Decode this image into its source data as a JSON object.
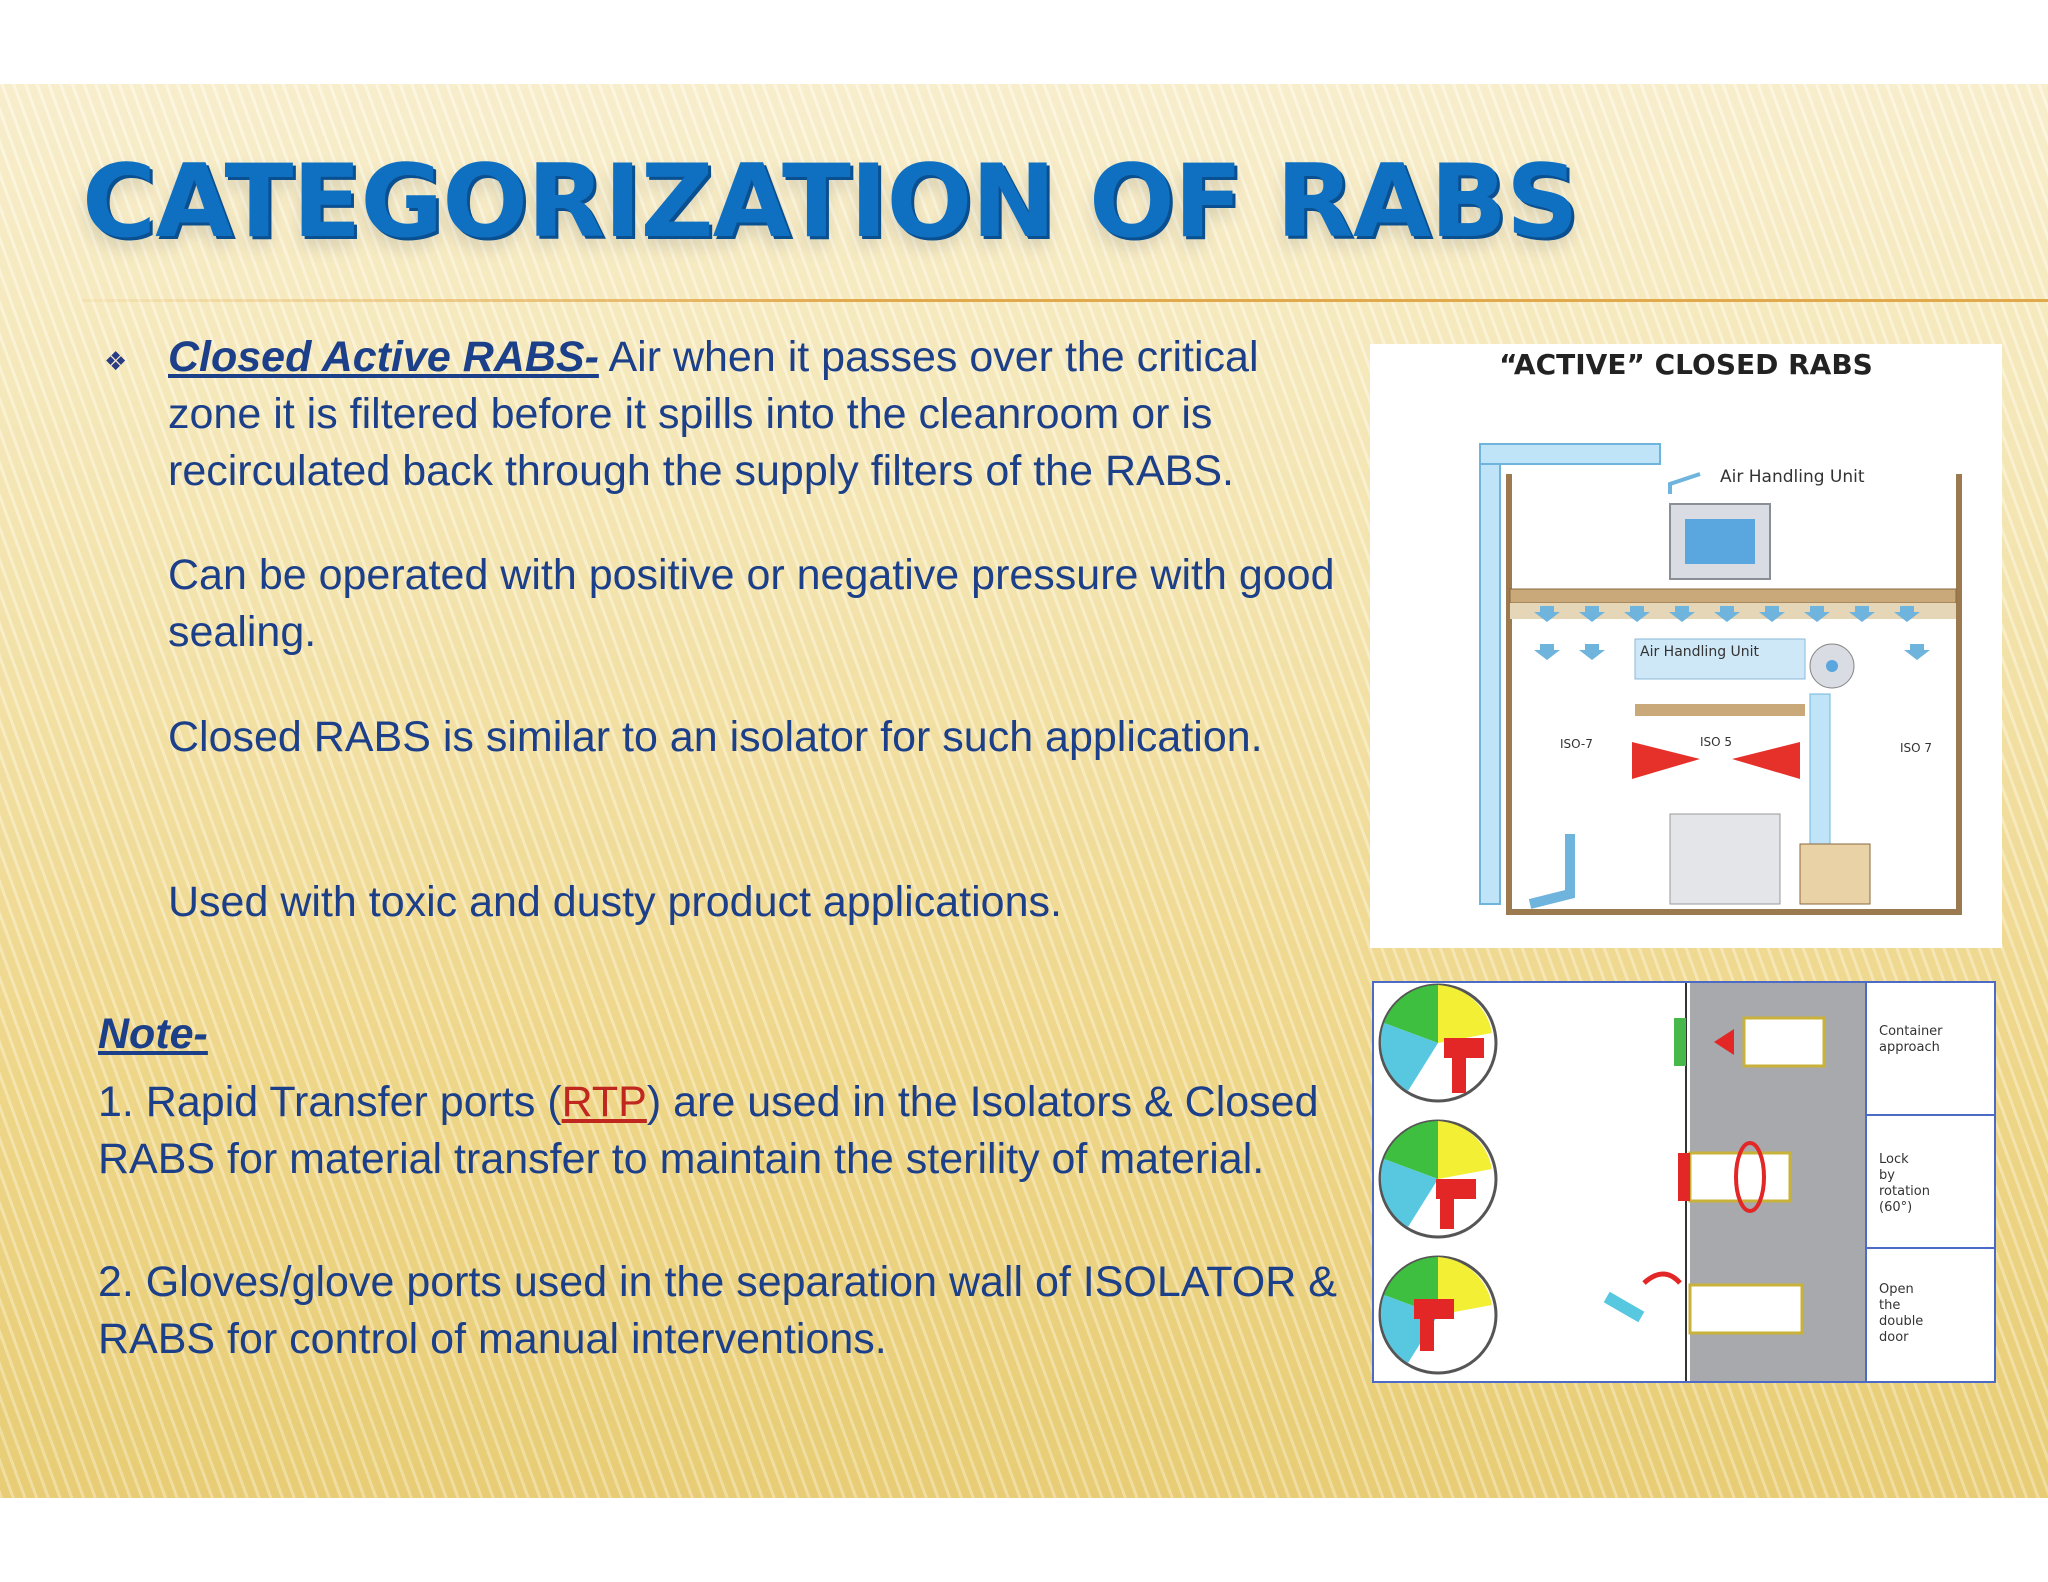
{
  "title": "CATEGORIZATION OF RABS",
  "bullet": {
    "symbol": "❖",
    "lead": "Closed Active RABS-",
    "text": " Air when it passes over the critical zone it is filtered before it spills into the cleanroom or is recirculated back through the supply filters of the RABS."
  },
  "paragraphs": [
    "Can be operated with positive or negative pressure with good sealing.",
    "Closed RABS is similar to an isolator for such application.",
    "Used with toxic and dusty product applications."
  ],
  "note": {
    "heading": "Note-",
    "item1_pre": "1. Rapid Transfer ports (",
    "item1_link": "RTP",
    "item1_post": ") are used in the Isolators & Closed RABS for material transfer to maintain the sterility of material.",
    "item2": "2. Gloves/glove ports used in the separation wall of ISOLATOR & RABS for control of manual interventions."
  },
  "figure1": {
    "title": "“ACTIVE” CLOSED RABS",
    "label_top": "Air Handling Unit",
    "label_inner": "Air Handling Unit",
    "iso_left": "ISO-7",
    "iso_center": "ISO 5",
    "iso_right": "ISO 7"
  },
  "figure2": {
    "steps": [
      "Container approach",
      "Lock by rotation (60°)",
      "Open the double door"
    ]
  },
  "colors": {
    "title": "#0f6fc1",
    "body": "#1c3f8a",
    "link": "#c0281f"
  }
}
